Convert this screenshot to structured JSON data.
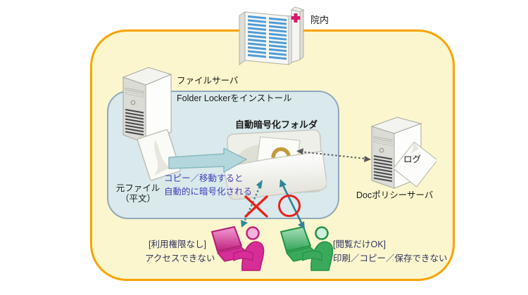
{
  "labels": {
    "hospital": "院内",
    "file_server": "ファイルサーバ",
    "folder_locker_note": "Folder Lockerをインストール",
    "encrypted_folder_title": "自動暗号化フォルダ",
    "source_file_line1": "元ファイル",
    "source_file_line2": "（平文）",
    "copy_note_line1": "コピー／移動すると",
    "copy_note_line2": "自動的に暗号化される",
    "log": "ログ",
    "doc_policy_server": "Docポリシーサーバ",
    "denied_line1": "[利用権限なし]",
    "denied_line2": "アクセスできない",
    "allowed_line1": "[閲覧だけOK]",
    "allowed_line2": "印刷／コピー／保存できない"
  },
  "colors": {
    "outer_zone_border": "#f7a300",
    "outer_zone_fill": "#fbf6cd",
    "inner_zone_border": "#91a8bc",
    "inner_zone_fill": "#d9e9ec",
    "teal_arrow": "#2e8a9c",
    "gray_arrow": "#595959",
    "red_mark": "#e8211b",
    "violet_note_text": "#3d3db8",
    "navy_label_text": "#32325f",
    "denied_user_pink": "#cc2b8e",
    "allowed_user_green": "#1e9440",
    "window_stripe_blue": "#4e9cd8",
    "hospital_cross_pink": "#d6186e",
    "lock_gold": "#c49b3c"
  }
}
